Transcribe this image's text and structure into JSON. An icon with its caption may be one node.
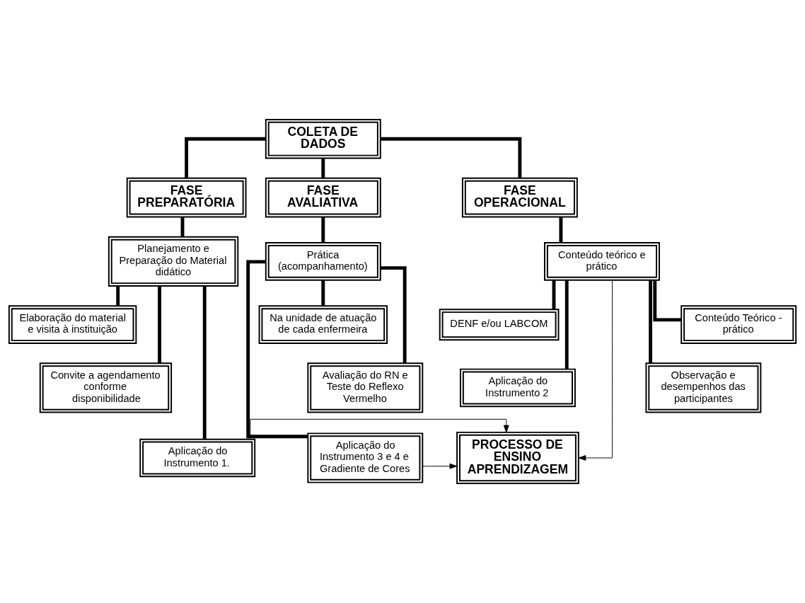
{
  "diagram": {
    "nodes": [
      {
        "text": [
          "COLETA DE DADOS"
        ]
      },
      {
        "text": [
          "FASE PREPARATÓRIA"
        ]
      },
      {
        "text": [
          "FASE OPERACIONAL"
        ]
      },
      {
        "text": [
          "FASE AVALIATIVA"
        ]
      },
      {
        "text": [
          "Planejamento e Preparação do Material didático"
        ]
      },
      {
        "text": [
          "Conteúdo teórico e prático"
        ]
      },
      {
        "text": [
          "Prática (acompanhamento)"
        ]
      },
      {
        "text": [
          "Elaboração do material e visita à instituição"
        ]
      },
      {
        "text": [
          "DENF e/ou LABCOM"
        ]
      },
      {
        "text": [
          "Conteúdo Teórico - prático"
        ]
      },
      {
        "text": [
          "Na unidade de atuação de cada enfermeira"
        ]
      },
      {
        "text": [
          "Convite a agendamento conforme disponibilidade"
        ]
      },
      {
        "text": [
          "Aplicação do Instrumento 2"
        ]
      },
      {
        "text": [
          "Observação e desempenhos das participantes"
        ]
      },
      {
        "text": [
          "Avaliação do RN e Teste do Reflexo Vermelho"
        ]
      },
      {
        "text": [
          "Aplicação do Instrumento 1."
        ]
      },
      {
        "text": [
          "PROCESSO DE ENSINO APRENDIZAGEM"
        ]
      },
      {
        "text": [
          "Aplicação do Instrumento 3 e 4 e Gradiente de Cores"
        ]
      }
    ],
    "edges": [
      {
        "from": 0,
        "to": 1,
        "arrow": "none"
      },
      {
        "from": 0,
        "to": 2,
        "arrow": "none"
      },
      {
        "from": 0,
        "to": 3,
        "arrow": "none"
      },
      {
        "from": 1,
        "to": 4,
        "arrow": "none"
      },
      {
        "from": 2,
        "to": 5,
        "arrow": "none"
      },
      {
        "from": 3,
        "to": 6,
        "arrow": "none"
      },
      {
        "from": 4,
        "to": 7,
        "arrow": "none"
      },
      {
        "from": 4,
        "to": 11,
        "arrow": "none"
      },
      {
        "from": 4,
        "to": 15,
        "arrow": "none"
      },
      {
        "from": 5,
        "to": 8,
        "arrow": "none"
      },
      {
        "from": 5,
        "to": 9,
        "arrow": "none"
      },
      {
        "from": 5,
        "to": 12,
        "arrow": "none"
      },
      {
        "from": 5,
        "to": 13,
        "arrow": "none"
      },
      {
        "from": 6,
        "to": 10,
        "arrow": "none"
      },
      {
        "from": 6,
        "to": 14,
        "arrow": "none"
      },
      {
        "from": 6,
        "to": 17,
        "arrow": "none"
      },
      {
        "from": 15,
        "to": 16,
        "arrow": "to"
      },
      {
        "from": 5,
        "to": 16,
        "arrow": "to"
      },
      {
        "from": 17,
        "to": 16,
        "arrow": "to"
      }
    ]
  }
}
